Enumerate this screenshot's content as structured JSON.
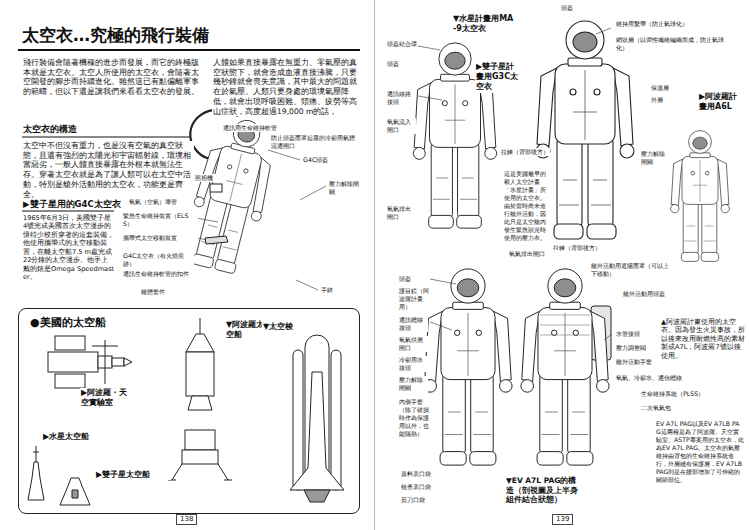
{
  "diagram": {
    "title": "太空衣…究極的飛行裝備",
    "nodes": [
      {
        "text": [
          "●美國的太空船"
        ]
      }
    ],
    "labels": [
      "飛行裝備會隨著機種的進步而發展，而它的終極版本就是太空衣。太空人所使用的太空衣，會隨著太空開發的腳步而持續進化。雖然這已有點偏離軍事的範疇，但以下還是讓我們來看看太空衣的發展。",
      "人體如果直接暴露在無重力、零氣壓的真空狀態下，就會造成血液直接沸騰，只要幾秒鐘就會喪失意識，其中最大的問題就在於氣壓。人類只要身處的環境氣壓降低，就會出現呼吸困難、頭痛、疲勞等高山症狀，高度超過19,000 m的話，",
      "太空衣的構造",
      "太空中不但沒有重力，也是沒有空氣的真空狀態，且還有強烈的太陽光和宇宙輻射線，環境相當惡劣，一般人體直接暴露在外根本就無法生存。穿著太空衣就是為了讓人類可以在太空中活動，特別是艙外活動用的太空衣，功能更是齊全。",
      "▶雙子星用的G4C太空衣",
      "1965年6月3日，美國雙子星4號完成美國首次太空漫步的懷特少校所穿著的這套裝備，他使用攜帶式的太空移動裝置，在離太空船7.5 m處完成22分鐘的太空漫步。他手上戴的錶是Omega Speedmaster。",
      "通訊用生命維持軟管",
      "防止頭盔面罩起霧的冷卻用氣體流通開口",
      "G4C頭盔",
      "照相機",
      "氧氣（空氣）導管",
      "緊急生命維持裝置（ELSS）",
      "攜帶式太空移動裝置",
      "G4C太空衣（有火燒痕跡）",
      "通訊生命維持軟管的扣件",
      "艙體套件",
      "壓力解除開關",
      "手錶",
      "▶阿波羅・天空實驗室",
      "▶水星太空船",
      "▶雙子星太空船",
      "▼阿波羅太空船",
      "▼太空梭",
      "138",
      "▼水星計畫用MA-9太空衣",
      "頭盔結合環",
      "頭盔",
      "通訊線路接頭",
      "氧氣流入開口",
      "氧氣排出開口",
      "拉鍊（背部後方）",
      "這是美國最早的載人太空計畫「水星計畫」所使用的太空衣。由於當時尚未進行艙外活動，因此只是太空艙內發生緊急狀況時使用的壓力衣。",
      "拉鍊（背部後方）",
      "▶雙子星計畫用G3C太空衣",
      "頭盔",
      "維持用繫帶（防止氣球化）",
      "網狀層（以彈性纖維編織而成，防止氣球化）",
      "保溫層",
      "外層",
      "▶阿波羅計畫用A6L",
      "壓力解除開關",
      "頭盔",
      "護目鏡（阿波羅計畫用）",
      "氧氣排出開口",
      "通訊纜線接頭",
      "氧氣供應開口",
      "冷卻用水接頭",
      "壓力解除開關",
      "內側手套（除了破損時作為保護用以外，也能隔熱）",
      "艙外活動用遮陽面罩（可以上下移動）",
      "艙外活動用頭盔",
      "▲阿波羅計畫使用的太空衣。因為發生火災事故，所以後來改用耐燃性高的素材製成A7L，阿波羅7號以後使用。",
      "水管接頭",
      "壓力調整閥",
      "艙外活動手套",
      "氧氣、冷卻水、通信纜線",
      "生命維持系統（PLSS）",
      "二次氧氣包",
      "EV A7L PAG以及EV A7LB PAG這兩種是為了阿波羅、天空實驗室、ASTP專案用的太空衣，此為EV A7L PAG。太空衣的氣壓維持由背包的生命維持系統進行，外層縫有保護層，EV A7LB PAG則是在腰部增加了可伸縮的關節部位。",
      "▼EV A7L PAG的構造（剖視圖及上半身組件結合狀態）",
      "資料表口袋",
      "檢查表口袋",
      "剪刀口袋",
      "139"
    ]
  }
}
